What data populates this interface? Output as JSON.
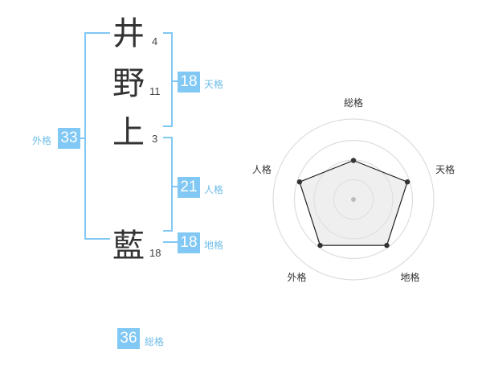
{
  "name": {
    "chars": [
      {
        "char": "井",
        "strokes": "4"
      },
      {
        "char": "野",
        "strokes": "11"
      },
      {
        "char": "上",
        "strokes": "3"
      },
      {
        "char": "藍",
        "strokes": "18"
      }
    ]
  },
  "scores": {
    "tenkaku": {
      "value": "18",
      "label": "天格"
    },
    "jinkaku": {
      "value": "21",
      "label": "人格"
    },
    "chikaku": {
      "value": "18",
      "label": "地格"
    },
    "gaikaku": {
      "value": "33",
      "label": "外格"
    },
    "soukaku": {
      "value": "36",
      "label": "総格"
    }
  },
  "colors": {
    "accent": "#81c8f4",
    "label": "#6fbde8",
    "bracket": "#81c8f4",
    "radar_fill": "#efefef",
    "radar_line": "#222222",
    "ring": "#dddddd"
  },
  "chart_data": {
    "type": "radar",
    "categories": [
      "総格",
      "天格",
      "地格",
      "外格",
      "人格"
    ],
    "values": [
      0.55,
      0.8,
      0.8,
      0.8,
      0.8
    ],
    "max": 1,
    "rings": 4
  }
}
